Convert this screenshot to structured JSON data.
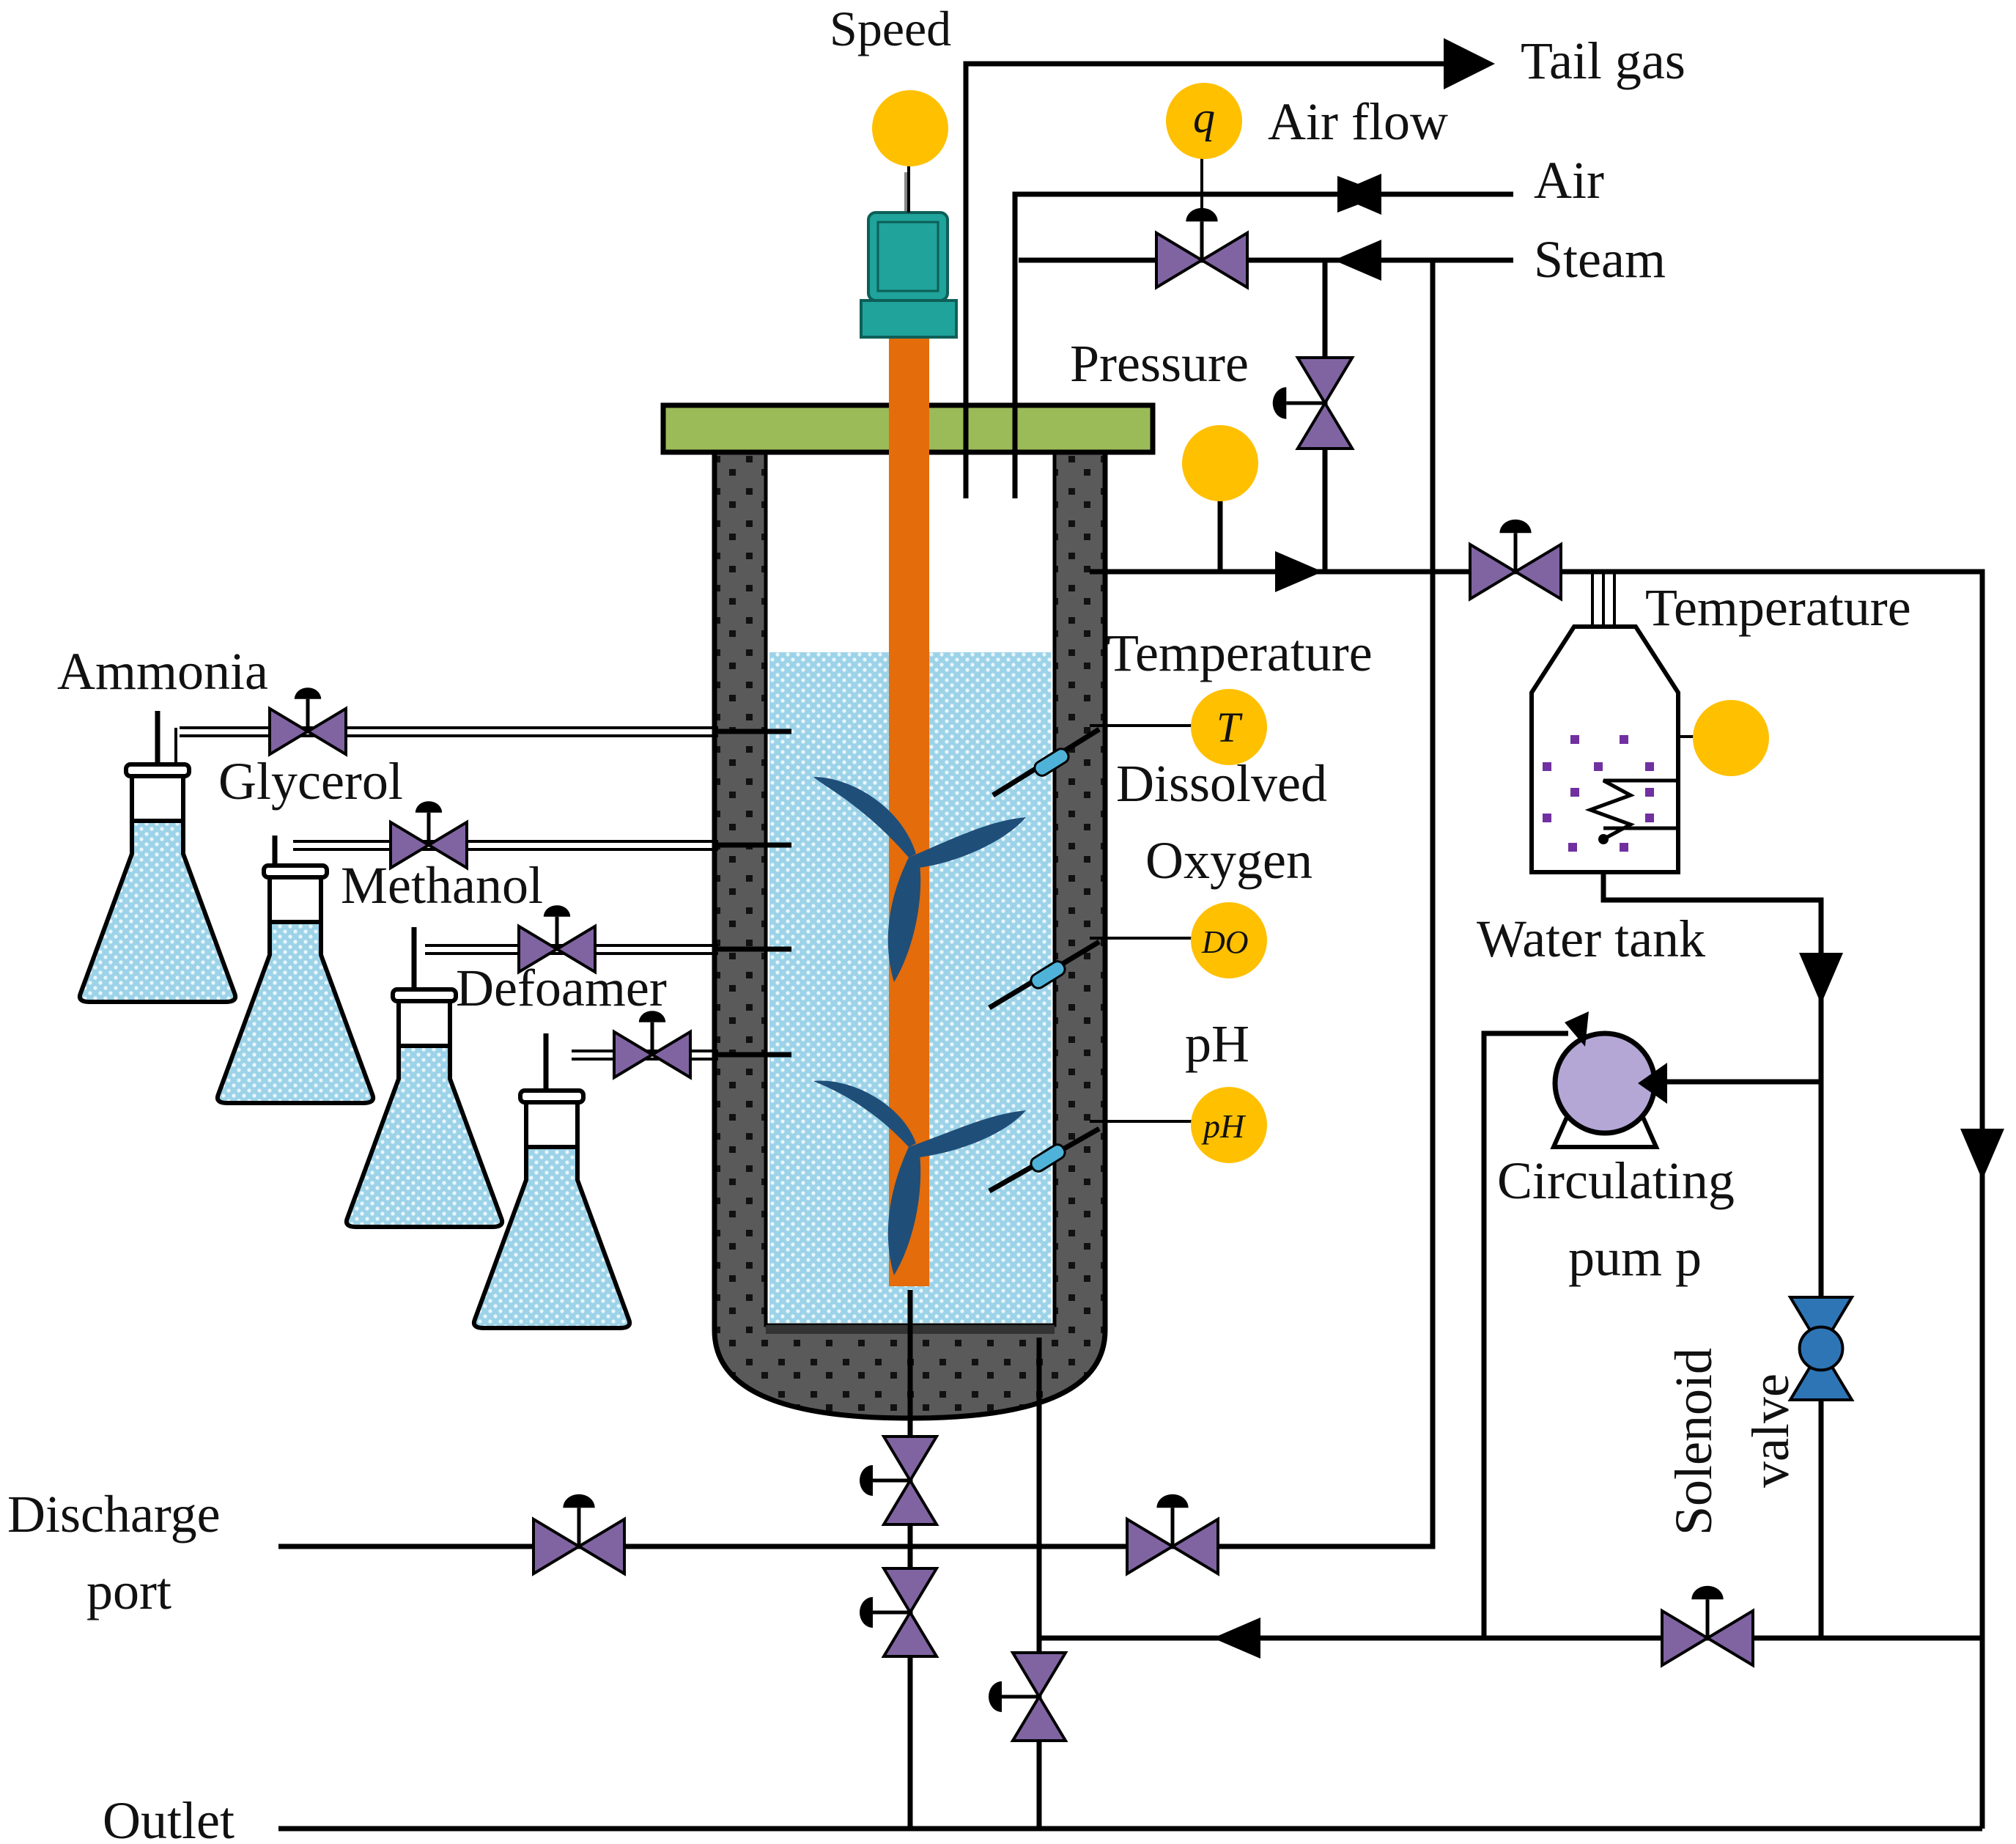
{
  "labels": {
    "speed": "Speed",
    "tail_gas": "Tail gas",
    "air_flow": "Air flow",
    "air": "Air",
    "steam": "Steam",
    "pressure": "Pressure",
    "temperature_tank": "Temperature",
    "temperature_reactor": "Temperature",
    "dissolved": "Dissolved",
    "oxygen": "Oxygen",
    "ph": "pH",
    "ammonia": "Ammonia",
    "glycerol": "Glycerol",
    "methanol": "Methanol",
    "defoamer": "Defoamer",
    "water_tank": "Water tank",
    "circulating": "Circulating",
    "pump": "pum p",
    "solenoid": "Solenoid",
    "valve": "valve",
    "discharge": "Discharge",
    "port": "port",
    "outlet": "Outlet"
  },
  "sensors": {
    "q": "q",
    "t": "T",
    "do": "DO",
    "ph": "pH"
  },
  "colors": {
    "gauge": "#FFC000",
    "valve": "#8064A2",
    "solenoid_valve": "#2E75B6",
    "liquid": "#9DD3E8",
    "shaft": "#E46C0A",
    "impeller": "#1F4E79",
    "lid": "#9BBB59",
    "jacket": "#555555",
    "motor": "#1FA39A",
    "pump": "#B4A7D6",
    "tank_dots": "#7030A0"
  }
}
